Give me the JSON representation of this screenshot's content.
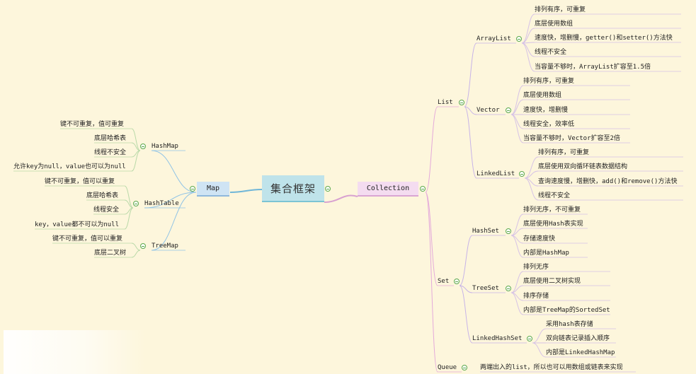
{
  "root": {
    "label": "集合框架"
  },
  "map": {
    "label": "Map",
    "hashmap": {
      "label": "HashMap",
      "items": [
        "键不可重复，值可重复",
        "底层哈希表",
        "线程不安全",
        "允许key为null，value也可以为null"
      ]
    },
    "hashtable": {
      "label": "HashTable",
      "items": [
        "键不可重复，值可以重复",
        "底层哈希表",
        "线程安全",
        "key，value都不可以为null"
      ]
    },
    "treemap": {
      "label": "TreeMap",
      "items": [
        "键不可重复，值可以重复",
        "底层二叉树"
      ]
    }
  },
  "collection": {
    "label": "Collection",
    "list": {
      "label": "List",
      "arraylist": {
        "label": "ArrayList",
        "items": [
          "排列有序，可重复",
          "底层使用数组",
          "速度快，增删慢，getter()和setter()方法快",
          "线程不安全",
          "当容量不够时，ArrayList扩容至1.5倍"
        ]
      },
      "vector": {
        "label": "Vector",
        "items": [
          "排列有序，可重复",
          "底层使用数组",
          "速度快，增删慢",
          "线程安全，效率低",
          "当容量不够时，Vector扩容至2倍"
        ]
      },
      "linkedlist": {
        "label": "LinkedList",
        "items": [
          "排列有序，可重复",
          "底层使用双向循环链表数据结构",
          "查询速度慢，增删快，add()和remove()方法快",
          "线程不安全"
        ]
      }
    },
    "set": {
      "label": "Set",
      "hashset": {
        "label": "HashSet",
        "items": [
          "排列无序，不可重复",
          "底层使用Hash表实现",
          "存储速度快",
          "内部是HashMap"
        ]
      },
      "treeset": {
        "label": "TreeSet",
        "items": [
          "排列无序",
          "底层使用二叉树实现",
          "排序存储",
          "内部是TreeMap的SortedSet"
        ]
      },
      "linkedhashset": {
        "label": "LinkedHashSet",
        "items": [
          "采用hash表存储",
          "双向链表记录插入顺序",
          "内部是LinkedHashMap"
        ]
      }
    },
    "queue": {
      "label": "Queue",
      "items": [
        "两端出入的list，所以也可以用数组或链表来实现"
      ]
    }
  }
}
